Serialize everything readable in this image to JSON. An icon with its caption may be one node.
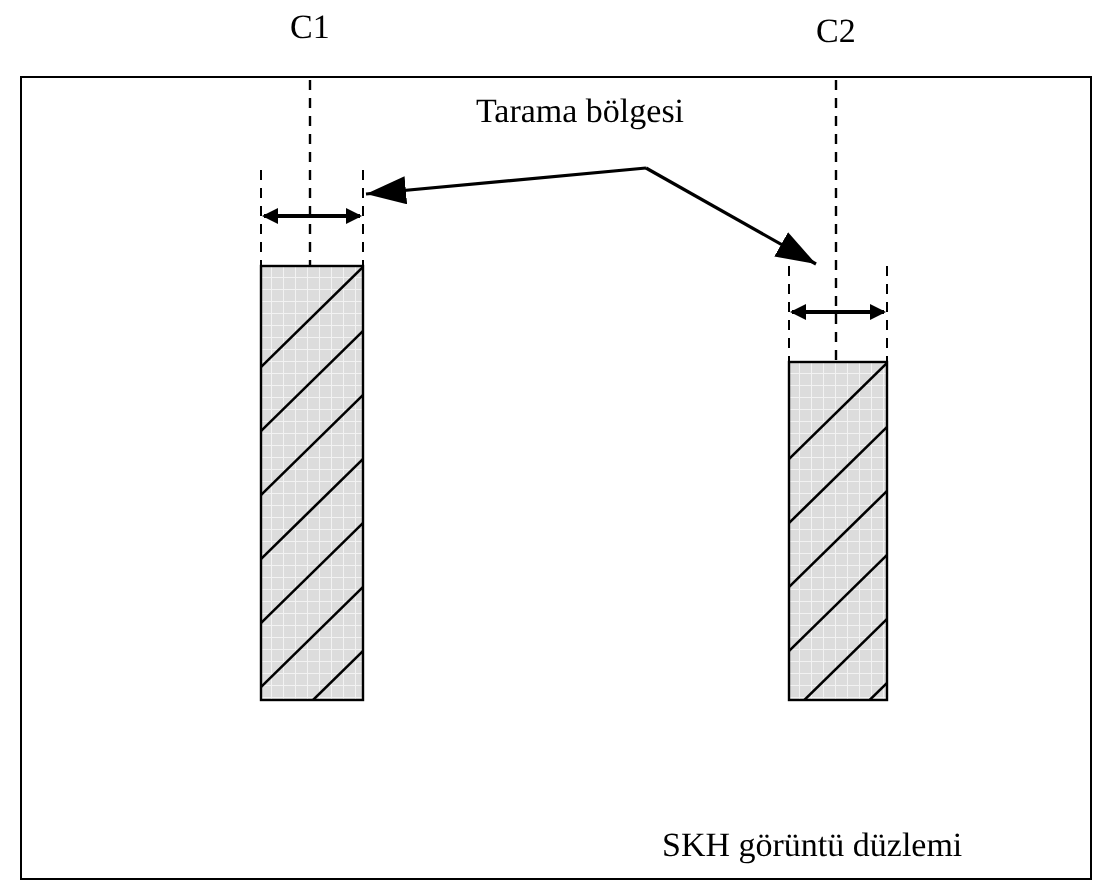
{
  "diagram": {
    "nodes": [
      {
        "text": [
          "SKH görüntü düzlemi"
        ]
      },
      {
        "text": [
          "Tarama bölgesi"
        ],
        "in": 0
      },
      {
        "text": [],
        "shape": "bar",
        "in": 0
      },
      {
        "text": [],
        "shape": "bar",
        "in": 0
      }
    ],
    "edges": [
      {
        "from": 1,
        "to": 2,
        "arrow": "to"
      },
      {
        "from": 1,
        "to": 3,
        "arrow": "to"
      }
    ],
    "labels": [
      "C1",
      "C2"
    ]
  }
}
